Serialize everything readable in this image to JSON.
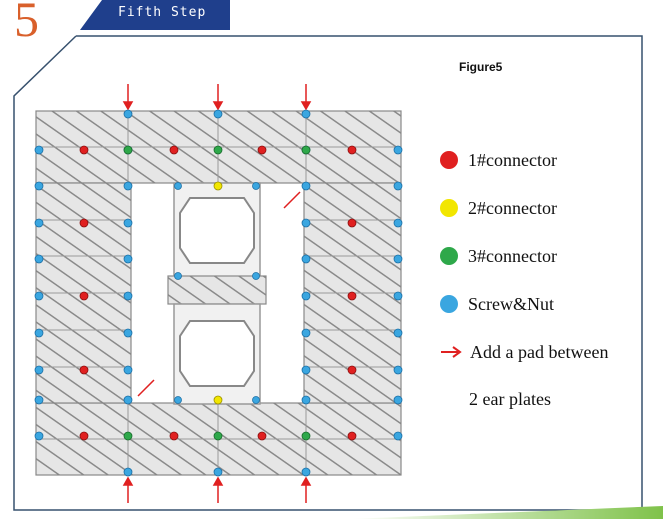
{
  "header": {
    "step_number": "5",
    "step_label": "Fifth Step"
  },
  "figure": {
    "title": "Figure5"
  },
  "legend": {
    "items": [
      {
        "label": "1#connector",
        "color": "#e02020"
      },
      {
        "label": "2#connector",
        "color": "#f2e600"
      },
      {
        "label": "3#connector",
        "color": "#2ea84a"
      },
      {
        "label": "Screw&Nut",
        "color": "#3aa6e0"
      }
    ],
    "pad_label": "Add a pad between",
    "pad_label_line2": "2 ear plates",
    "pad_color": "#e02020"
  },
  "colors": {
    "frame": "#37516e",
    "banner": "#1f3f8c",
    "accent": "#d9602b"
  }
}
